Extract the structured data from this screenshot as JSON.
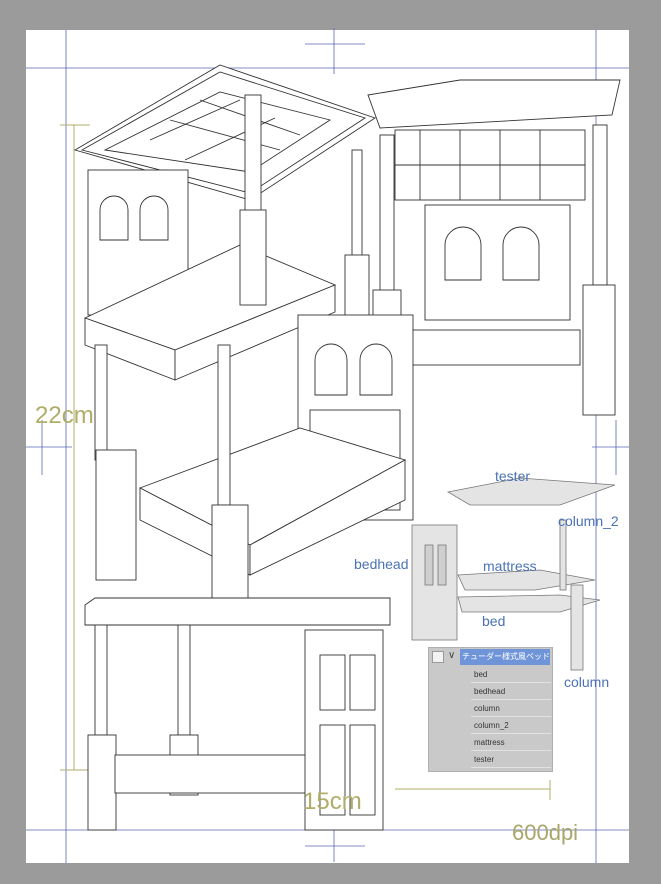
{
  "dimensions": {
    "height_label": "22cm",
    "width_label": "15cm",
    "resolution_label": "600dpi"
  },
  "part_labels": {
    "tester": "tester",
    "column_2": "column_2",
    "bedhead": "bedhead",
    "mattress": "mattress",
    "bed": "bed",
    "column": "column"
  },
  "layer_panel": {
    "folder_name": "チューダー様式風ベッド",
    "layers": [
      "bed",
      "bedhead",
      "column",
      "column_2",
      "mattress",
      "tester"
    ]
  },
  "colors": {
    "workspace": "#9b9b9b",
    "dimension_text": "#b0ad68",
    "part_text": "#4b72b6",
    "layer_selected": "#6f95d8"
  }
}
